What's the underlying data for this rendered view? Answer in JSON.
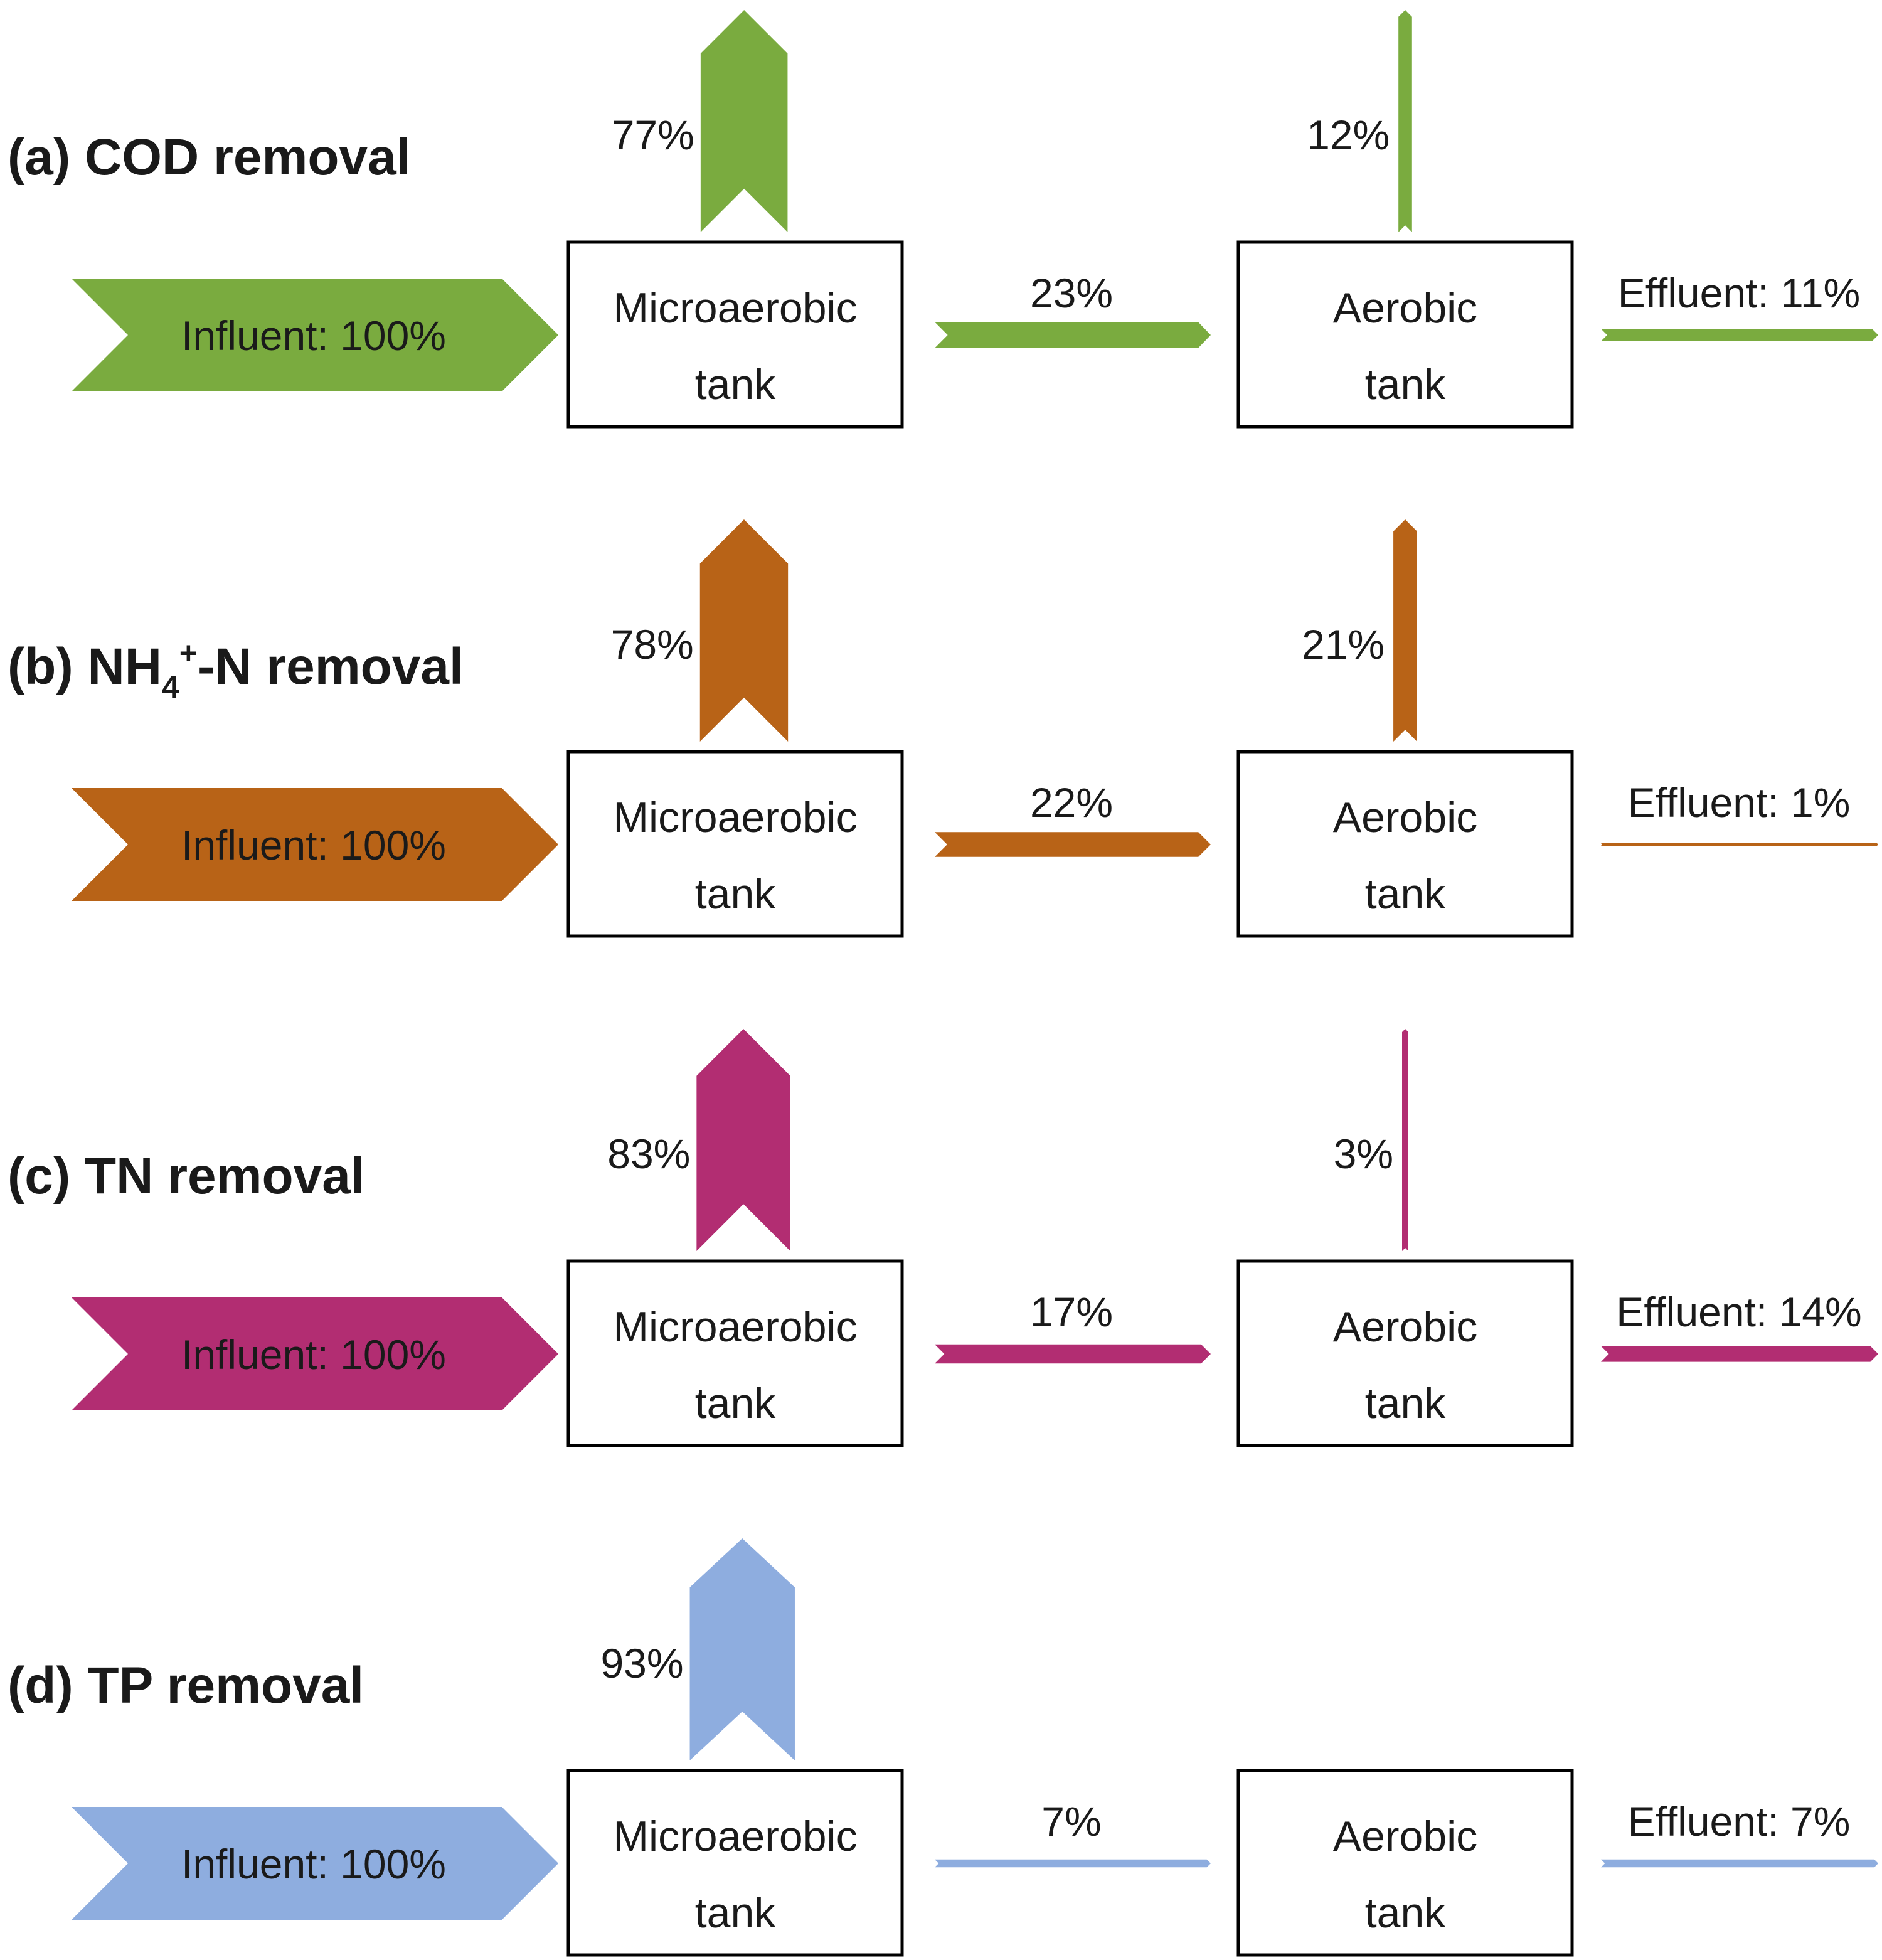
{
  "panels": [
    {
      "id": "a",
      "title_main": "(a) COD removal",
      "title_subscript": "",
      "title_superscript": "",
      "title_suffix": "",
      "color": "#7aab3f",
      "influent_label": "Influent: 100%",
      "tank1_line1": "Microaerobic",
      "tank1_line2": "tank",
      "tank2_line1": "Aerobic",
      "tank2_line2": "tank",
      "tank1_removal": "77%",
      "tank1_removal_value": 77,
      "transfer": "23%",
      "transfer_value": 23,
      "tank2_removal": "12%",
      "tank2_removal_value": 12,
      "effluent_label": "Effluent: 11%",
      "effluent_value": 11
    },
    {
      "id": "b",
      "title_main": "(b) NH",
      "title_subscript": "4",
      "title_superscript": "+",
      "title_suffix": "-N removal",
      "color": "#b86317",
      "influent_label": "Influent: 100%",
      "tank1_line1": "Microaerobic",
      "tank1_line2": "tank",
      "tank2_line1": "Aerobic",
      "tank2_line2": "tank",
      "tank1_removal": "78%",
      "tank1_removal_value": 78,
      "transfer": "22%",
      "transfer_value": 22,
      "tank2_removal": "21%",
      "tank2_removal_value": 21,
      "effluent_label": "Effluent: 1%",
      "effluent_value": 1
    },
    {
      "id": "c",
      "title_main": "(c) TN removal",
      "title_subscript": "",
      "title_superscript": "",
      "title_suffix": "",
      "color": "#b22d72",
      "influent_label": "Influent: 100%",
      "tank1_line1": "Microaerobic",
      "tank1_line2": "tank",
      "tank2_line1": "Aerobic",
      "tank2_line2": "tank",
      "tank1_removal": "83%",
      "tank1_removal_value": 83,
      "transfer": "17%",
      "transfer_value": 17,
      "tank2_removal": "3%",
      "tank2_removal_value": 3,
      "effluent_label": "Effluent: 14%",
      "effluent_value": 14
    },
    {
      "id": "d",
      "title_main": "(d) TP removal",
      "title_subscript": "",
      "title_superscript": "",
      "title_suffix": "",
      "color": "#8eaddf",
      "influent_label": "Influent: 100%",
      "tank1_line1": "Microaerobic",
      "tank1_line2": "tank",
      "tank2_line1": "Aerobic",
      "tank2_line2": "tank",
      "tank1_removal": "93%",
      "tank1_removal_value": 93,
      "transfer": "7%",
      "transfer_value": 7,
      "tank2_removal": "",
      "tank2_removal_value": 0,
      "effluent_label": "Effluent: 7%",
      "effluent_value": 7
    }
  ]
}
